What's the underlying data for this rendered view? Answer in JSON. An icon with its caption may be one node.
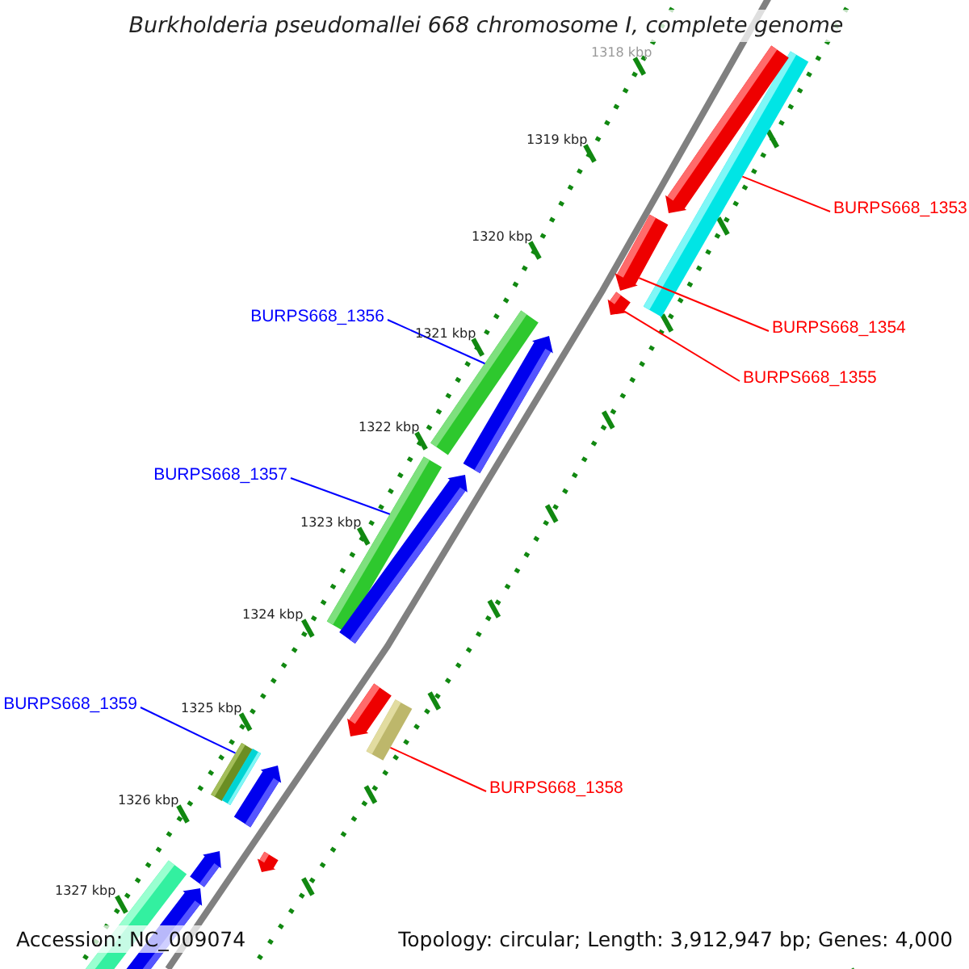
{
  "diagram": {
    "title": "Burkholderia pseudomallei 668 chromosome I, complete genome",
    "nodes": [
      {
        "text": [
          "BURPS668_1353"
        ]
      },
      {
        "text": [
          "BURPS668_1356"
        ]
      },
      {
        "text": [
          "BURPS668_1354"
        ]
      },
      {
        "text": [
          "BURPS668_1355"
        ]
      },
      {
        "text": [
          "BURPS668_1357"
        ]
      },
      {
        "text": [
          "BURPS668_1359"
        ]
      },
      {
        "text": [
          "BURPS668_1358"
        ]
      },
      {
        "text": [],
        "shape": "bar"
      },
      {
        "text": [],
        "shape": "bar"
      },
      {
        "text": [],
        "shape": "arrow"
      },
      {
        "text": [],
        "shape": "arrow"
      },
      {
        "text": [],
        "shape": "bar"
      },
      {
        "text": [],
        "shape": "bar"
      },
      {
        "text": [],
        "shape": "bar"
      },
      {
        "text": [],
        "shape": "arrow"
      },
      {
        "text": [],
        "shape": "arrow"
      },
      {
        "text": [],
        "shape": "arrow"
      },
      {
        "text": [],
        "shape": "arrow"
      },
      {
        "text": [],
        "shape": "bar"
      },
      {
        "text": [],
        "shape": "arrow"
      },
      {
        "text": [],
        "shape": "arrow"
      },
      {
        "text": [],
        "shape": "arrow"
      },
      {
        "text": [],
        "shape": "arrow"
      },
      {
        "text": [],
        "shape": "bar"
      }
    ],
    "edges": [
      {
        "from": 0,
        "to": 7,
        "arrow": "none"
      },
      {
        "from": 1,
        "to": 8,
        "arrow": "none",
        "color": "#0000ff"
      },
      {
        "from": 2,
        "to": 9,
        "arrow": "none"
      },
      {
        "from": 3,
        "to": 10,
        "arrow": "none"
      },
      {
        "from": 4,
        "to": 11,
        "arrow": "none",
        "color": "#0000ff"
      },
      {
        "from": 5,
        "to": 12,
        "arrow": "none",
        "color": "#0000ff"
      },
      {
        "from": 6,
        "to": 13,
        "arrow": "none"
      }
    ],
    "labels": [
      "1318 kbp",
      "1319 kbp",
      "1320 kbp",
      "1321 kbp",
      "1322 kbp",
      "1323 kbp",
      "1324 kbp",
      "1325 kbp",
      "1326 kbp",
      "1327 kbp",
      "Accession: NC_009074",
      "Topology: circular; Length: 3,912,947 bp; Genes: 4,000"
    ]
  }
}
